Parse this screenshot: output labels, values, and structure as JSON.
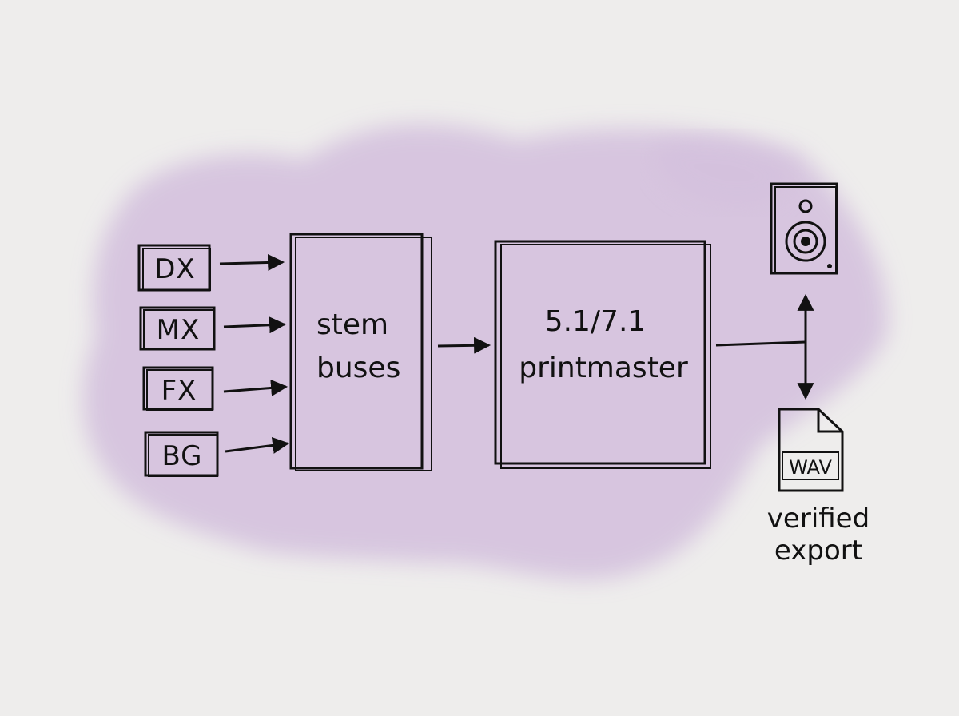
{
  "diagram": {
    "inputs": [
      {
        "label": "DX"
      },
      {
        "label": "MX"
      },
      {
        "label": "FX"
      },
      {
        "label": "BG"
      }
    ],
    "stem_box": {
      "line1": "stem",
      "line2": "buses"
    },
    "printmaster_box": {
      "line1": "5.1/7.1",
      "line2": "printmaster"
    },
    "outputs": {
      "speaker": {
        "icon": "speaker-icon"
      },
      "file": {
        "icon": "file-icon",
        "label": "WAV"
      },
      "caption": {
        "line1": "verified",
        "line2": "export"
      }
    },
    "colors": {
      "background": "#eeedec",
      "wash": "#d3bfdd",
      "ink": "#111111"
    }
  }
}
